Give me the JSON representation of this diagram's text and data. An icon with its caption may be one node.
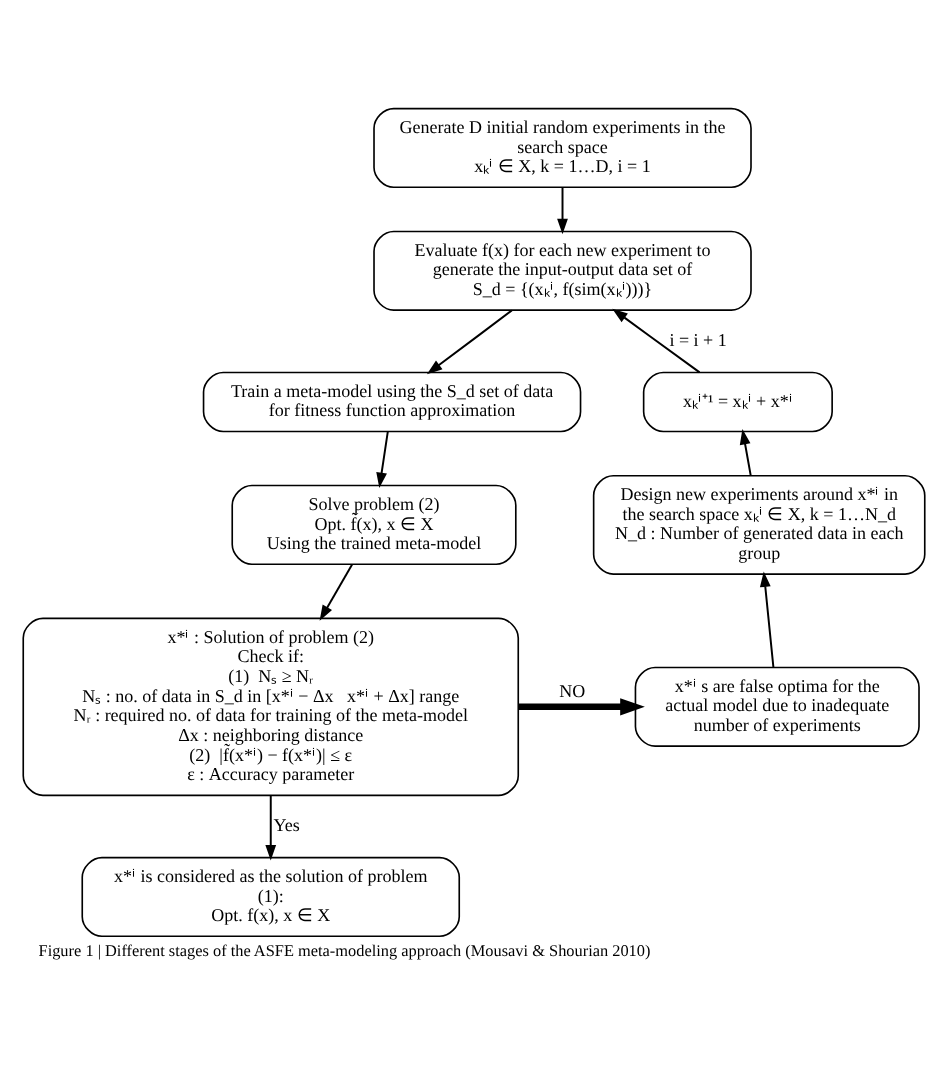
{
  "diagram": {
    "caption": "Figure 1 | Different stages of the ASFE meta-modeling approach (Mousavi & Shourian 2010)",
    "nodes": [
      {
        "text": [
          "Generate D initial random experiments in the search space",
          "xₖⁱ ∈ X, k = 1…D, i = 1"
        ]
      },
      {
        "text": [
          "Evaluate f(x) for each new experiment to generate the input-output data set of",
          "S_d = {(xₖⁱ, f(sim(xₖⁱ)))}"
        ]
      },
      {
        "text": [
          "Train a meta-model using the S_d set of data for fitness function approximation"
        ]
      },
      {
        "text": [
          "Solve problem (2)",
          "Opt. f̃(x), x ∈ X",
          "Using the trained meta-model"
        ]
      },
      {
        "text": [
          "x*ⁱ : Solution of problem (2)",
          "Check if:",
          "(1)  Nₛ ≥ Nᵣ",
          "Nₛ : no. of data in S_d in [x*ⁱ − Δx   x*ⁱ + Δx] range",
          "Nᵣ : required no. of data for training of the meta-model",
          "Δx : neighboring distance",
          "(2)  |f̃(x*ⁱ) − f(x*ⁱ)| ≤ ε",
          "ε : Accuracy parameter"
        ]
      },
      {
        "text": [
          "x*ⁱ is considered as the solution of problem (1):",
          "Opt. f(x), x ∈ X"
        ]
      },
      {
        "text": [
          "x*ⁱ s are false optima for the actual model due to inadequate number of experiments"
        ]
      },
      {
        "text": [
          "Design new experiments around x*ⁱ in the search space xₖⁱ ∈ X, k = 1…N_d",
          "N_d : Number of generated data in each group"
        ]
      },
      {
        "text": [
          "xₖⁱ⁺¹ = xₖⁱ + x*ⁱ"
        ]
      }
    ],
    "edges": [
      {
        "from": 0,
        "to": 1,
        "arrow": "to"
      },
      {
        "from": 1,
        "to": 2,
        "arrow": "to"
      },
      {
        "from": 2,
        "to": 3,
        "arrow": "to"
      },
      {
        "from": 3,
        "to": 4,
        "arrow": "to"
      },
      {
        "from": 4,
        "to": 5,
        "arrow": "to",
        "label": "Yes"
      },
      {
        "from": 4,
        "to": 6,
        "arrow": "to",
        "label": "NO",
        "style": "thick"
      },
      {
        "from": 6,
        "to": 7,
        "arrow": "to"
      },
      {
        "from": 7,
        "to": 8,
        "arrow": "to"
      },
      {
        "from": 8,
        "to": 1,
        "arrow": "to",
        "label": "i = i + 1"
      }
    ]
  }
}
